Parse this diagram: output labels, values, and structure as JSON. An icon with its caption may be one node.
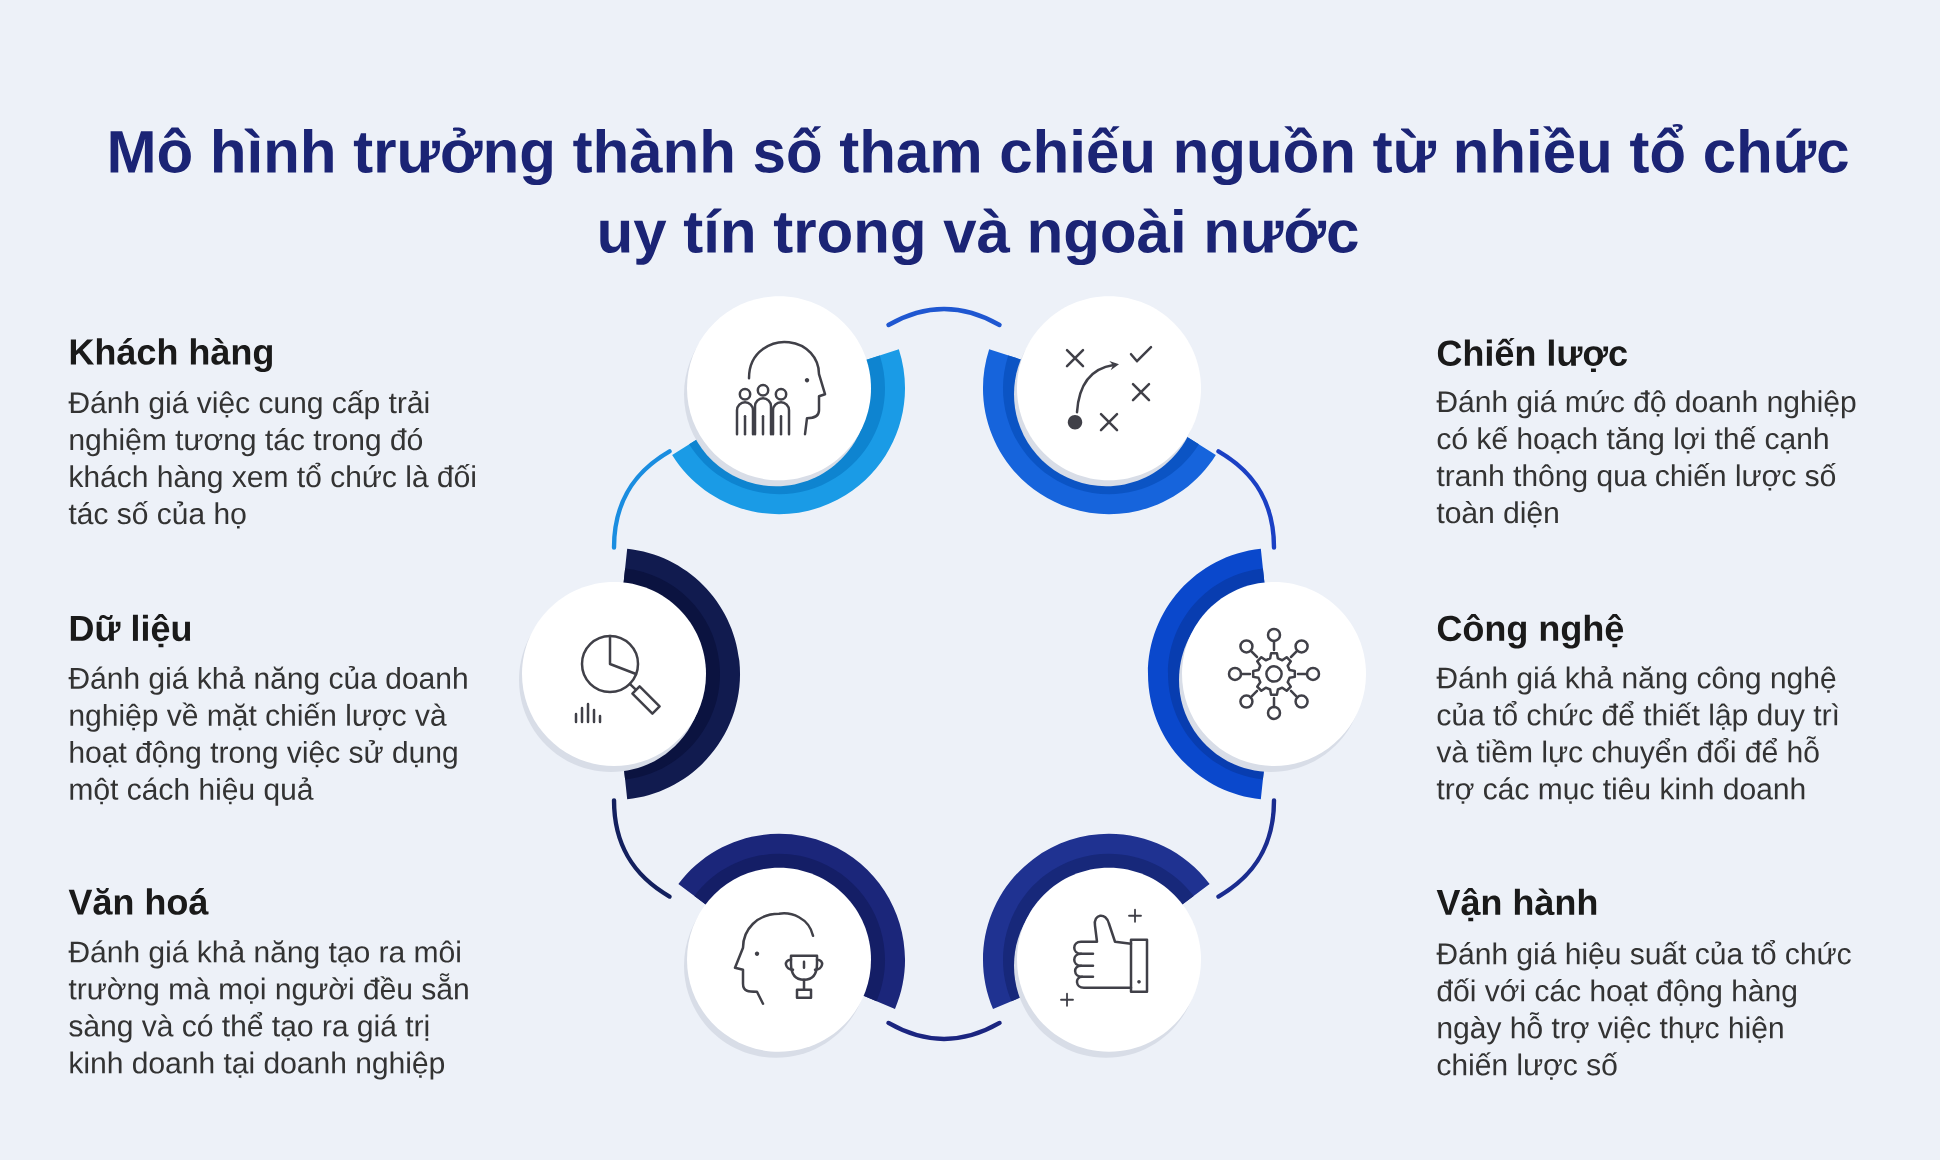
{
  "diagram": {
    "title": "Mô hình trưởng thành số tham chiếu nguồn từ nhiều tổ chức uy tín trong và ngoài nước",
    "nodes": [
      {
        "text": [],
        "shape": "circle",
        "beside": [
          "Khách hàng",
          "Đánh giá việc cung cấp trải nghiệm tương tác trong đó khách hàng xem tổ chức là đối tác số của họ"
        ]
      },
      {
        "text": [],
        "shape": "circle",
        "beside": [
          "Chiến lược",
          "Đánh giá mức độ doanh nghiệp có kế hoạch tăng lợi thế cạnh tranh thông qua chiến lược số toàn diện"
        ]
      },
      {
        "text": [],
        "shape": "circle",
        "beside": [
          "Dữ liệu",
          "Đánh giá khả năng của doanh nghiệp về mặt chiến lược và hoạt động trong việc sử dụng một cách hiệu quả"
        ]
      },
      {
        "text": [],
        "shape": "circle",
        "beside": [
          "Công nghệ",
          "Đánh giá khả năng công nghệ của tổ chức để thiết lập duy trì và tiềm lực chuyển đổi để hỗ trợ các mục tiêu kinh doanh"
        ]
      },
      {
        "text": [],
        "shape": "circle",
        "beside": [
          "Văn hoá",
          "Đánh giá khả năng tạo ra môi trường mà mọi người đều sẵn sàng và có thể tạo ra giá trị kinh doanh tại doanh nghiệp"
        ]
      },
      {
        "text": [],
        "shape": "circle",
        "beside": [
          "Vận hành",
          "Đánh giá hiệu suất của tổ chức đối với các hoạt động hàng ngày hỗ trợ việc thực hiện chiến lược số"
        ]
      }
    ],
    "edges": [
      {
        "from": 0,
        "to": 1,
        "arrow": "none",
        "color": "#1f57d1"
      },
      {
        "from": 1,
        "to": 3,
        "arrow": "none",
        "color": "#1b40c4"
      },
      {
        "from": 3,
        "to": 5,
        "arrow": "none",
        "color": "#1a2c8f"
      },
      {
        "from": 5,
        "to": 4,
        "arrow": "none",
        "color": "#1b2580"
      },
      {
        "from": 4,
        "to": 2,
        "arrow": "none",
        "color": "#13205e"
      },
      {
        "from": 2,
        "to": 0,
        "arrow": "none",
        "color": "#1a8de0"
      }
    ]
  }
}
